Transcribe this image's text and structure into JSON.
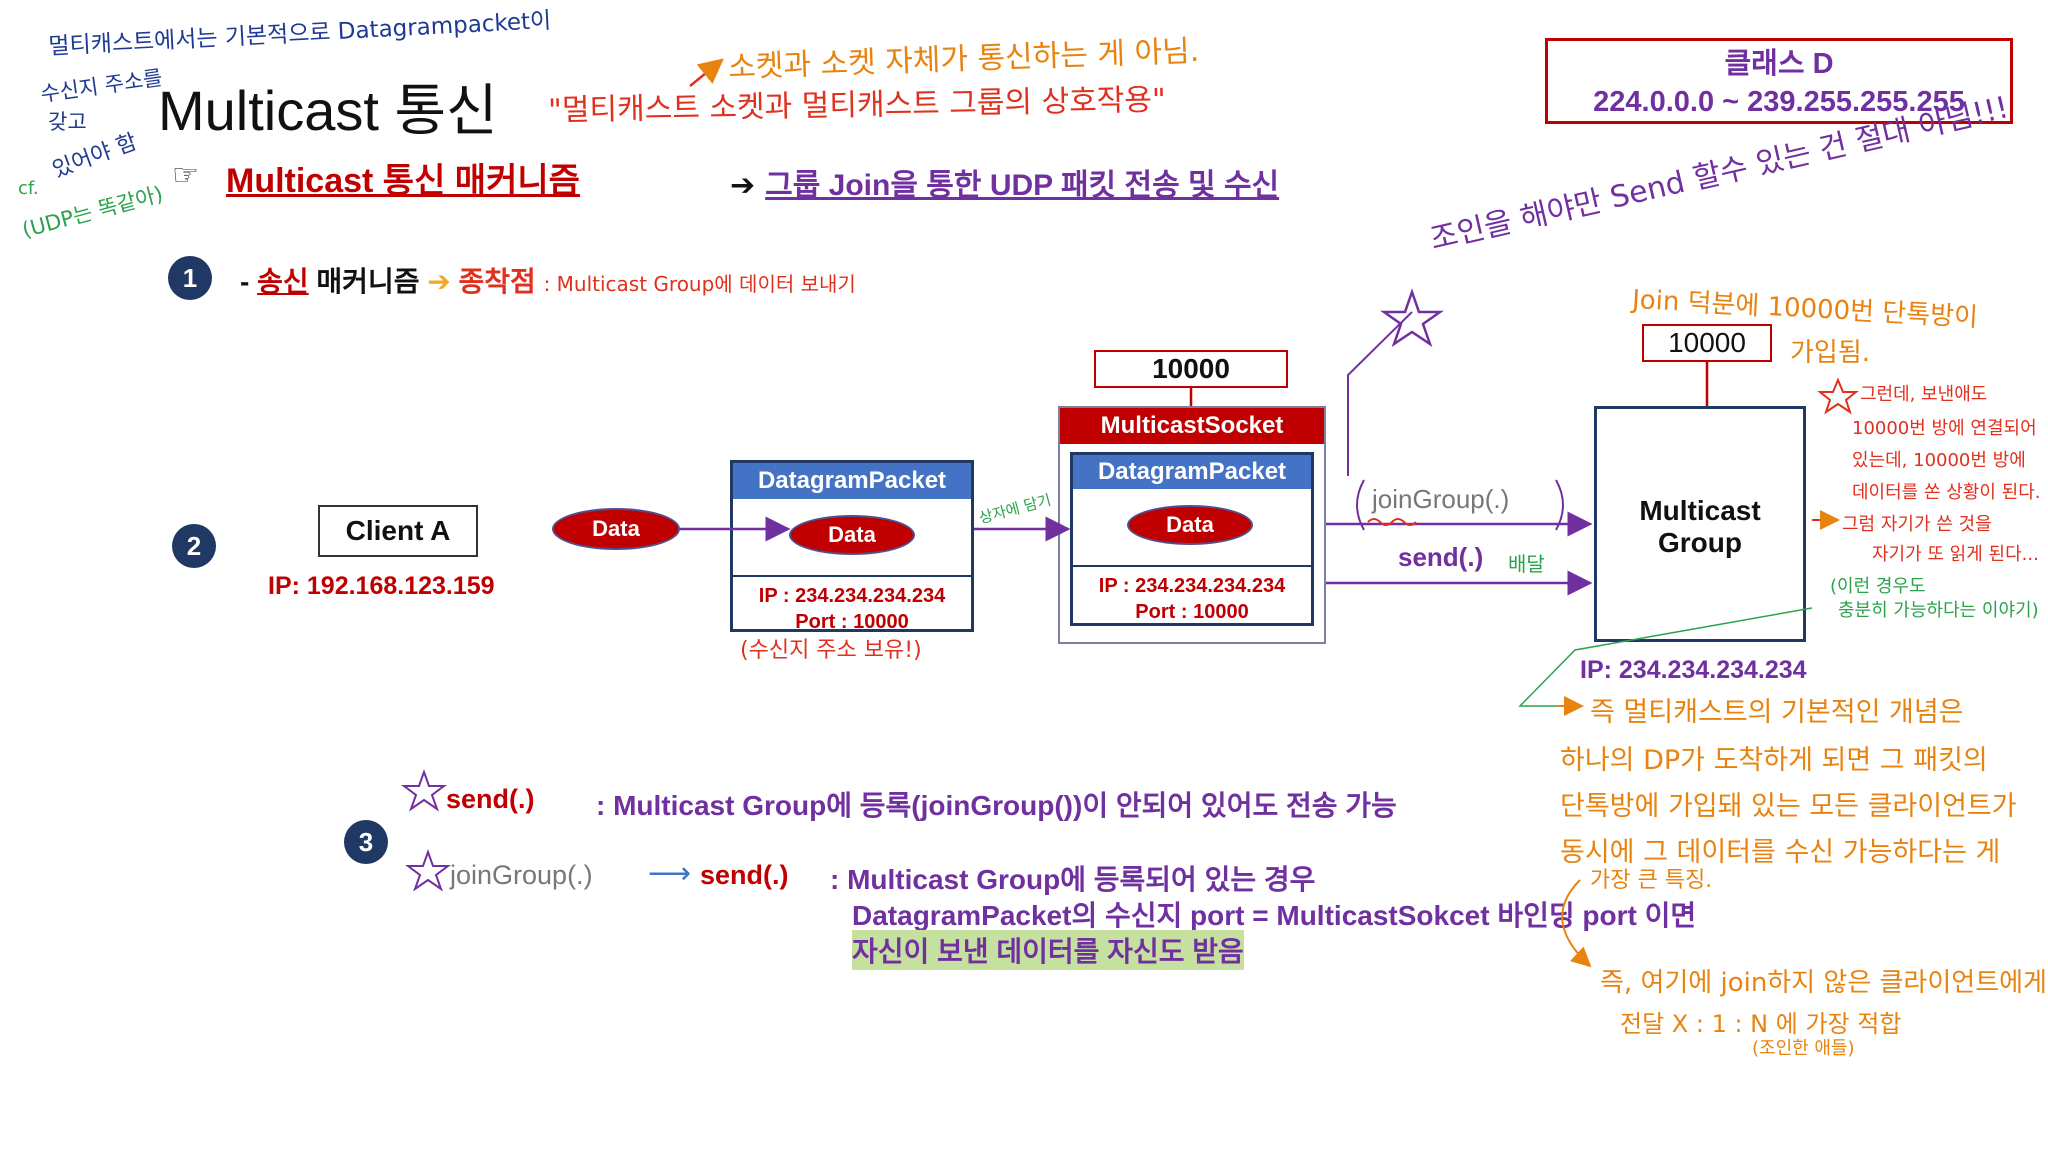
{
  "title": "Multicast 통신",
  "subtitle": "Multicast 통신 매커니즘",
  "pointer_icon": "☞",
  "subtitle_desc": "그룹 Join을 통한 UDP 패킷 전송 및 수신",
  "subtitle_arrow": "➔",
  "class_d": {
    "label": "클래스 D",
    "range": "224.0.0.0 ~ 239.255.255.255"
  },
  "section1": {
    "num": "1",
    "dash": "-",
    "label_red": "송신",
    "label_rest": " 매커니즘",
    "arrow": "➔",
    "dest_label": "종착점",
    "dest_desc": ": Multicast Group에 데이터 보내기"
  },
  "section2": {
    "num": "2",
    "client": "Client A",
    "client_ip": "IP: 192.168.123.159",
    "data_label": "Data",
    "packet": {
      "title": "DatagramPacket",
      "ip": "IP : 234.234.234.234",
      "port": "Port : 10000",
      "data": "Data"
    },
    "socket": {
      "port": "10000",
      "title": "MulticastSocket",
      "packet_title": "DatagramPacket",
      "data": "Data",
      "ip": "IP : 234.234.234.234",
      "port_text": "Port : 10000"
    },
    "join_label": "joinGroup(.)",
    "send_label": "send(.)",
    "group": {
      "line1": "Multicast",
      "line2": "Group",
      "ip": "IP: 234.234.234.234",
      "port": "10000"
    }
  },
  "section3": {
    "num": "3",
    "send_label": "send(.)",
    "send_desc": ": Multicast Group에 등록(joinGroup())이 안되어 있어도 전송 가능",
    "join_label": "joinGroup(.)",
    "arrow": "⟶",
    "join_send": "send(.)",
    "desc1": ": Multicast Group에 등록되어 있는 경우",
    "desc2": "DatagramPacket의 수신지 port = MulticastSokcet 바인딩 port 이면",
    "desc3": "자신이 보낸 데이터를 자신도 받음"
  },
  "notes": {
    "top_left_1": "멀티캐스트에서는 기본적으로 Datagrampacket이",
    "top_left_2": "수신지 주소를",
    "top_left_3": "갖고",
    "top_left_4": "있어야 함",
    "top_left_5": "(UDP는 똑같아)",
    "top_left_6": "cf.",
    "top_orange": "소켓과 소켓 자체가 통신하는 게 아님.",
    "top_red": "\"멀티캐스트 소켓과 멀티캐스트 그룹의 상호작용\"",
    "purple_rotated": "조인을 해야만 Send 할수 있는 건 절대 아님!!!",
    "join_orange_1": "Join 덕분에 10000번 단톡방이",
    "join_orange_2": "가입됨.",
    "side_1": "그런데, 보낸애도",
    "side_2": "10000번 방에 연결되어",
    "side_3": "있는데, 10000번 방에",
    "side_4": "데이터를 쏜 상황이 된다.",
    "side_5": "그럼 자기가 쓴 것을",
    "side_6": "자기가 또 읽게 된다...",
    "green_1": "(이런 경우도",
    "green_2": "충분히 가능하다는 이야기)",
    "packet_note": "(수신지 주소 보유!)",
    "arrow_note": "상자에 담기",
    "send_note": "배달",
    "concept_1": "즉 멀티캐스트의 기본적인 개념은",
    "concept_2": "하나의 DP가 도착하게 되면 그 패킷의",
    "concept_3": "단톡방에 가입돼 있는 모든 클라이언트가",
    "concept_4": "동시에 그 데이터를 수신 가능하다는 게",
    "concept_5": "가장 큰 특징.",
    "bottom_1": "즉, 여기에 join하지 않은 클라이언트에게는",
    "bottom_2": "전달 X : 1 : N 에 가장 적합",
    "bottom_3": "(조인한 애들)"
  },
  "colors": {
    "red": "#c00000",
    "purple": "#7030a0",
    "navy": "#1f3864",
    "blue": "#4472c4",
    "orange": "#e8830f",
    "green": "#2aa34a"
  }
}
